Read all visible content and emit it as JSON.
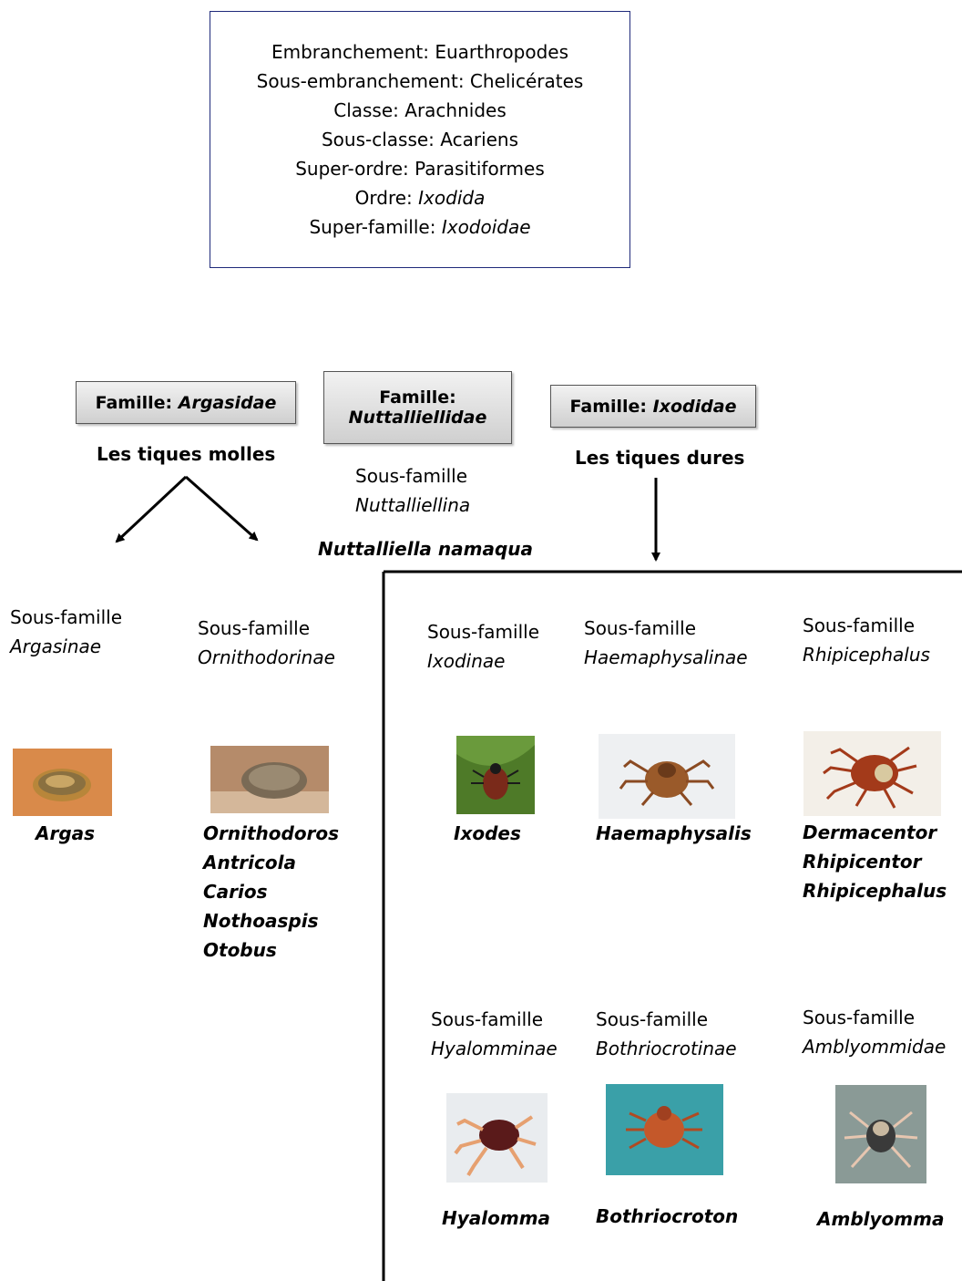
{
  "taxonomy": {
    "embranchement": {
      "label": "Embranchement:",
      "value": "Euarthropodes"
    },
    "sous_embranchement": {
      "label": "Sous-embranchement:",
      "value": "Chelicérates"
    },
    "classe": {
      "label": "Classe:",
      "value": "Arachnides"
    },
    "sous_classe": {
      "label": "Sous-classe:",
      "value": "Acariens"
    },
    "super_ordre": {
      "label": "Super-ordre:",
      "value": "Parasitiformes"
    },
    "ordre": {
      "label": "Ordre:",
      "value": "Ixodida"
    },
    "super_famille": {
      "label": "Super-famille:",
      "value": "Ixodoidae"
    }
  },
  "families": {
    "argasidae": {
      "label": "Famille:",
      "name": "Argasidae",
      "common": "Les tiques molles"
    },
    "nuttalliellidae": {
      "label": "Famille:",
      "name": "Nuttalliellidae",
      "subfamily_label": "Sous-famille",
      "subfamily": "Nuttalliellina",
      "species": "Nuttalliella namaqua"
    },
    "ixodidae": {
      "label": "Famille:",
      "name": "Ixodidae",
      "common": "Les tiques dures"
    }
  },
  "subfamilies": {
    "argasinae": {
      "label": "Sous-famille",
      "name": "Argasinae",
      "genera": [
        "Argas"
      ]
    },
    "ornithodorinae": {
      "label": "Sous-famille",
      "name": "Ornithodorinae",
      "genera": [
        "Ornithodoros",
        "Antricola",
        "Carios",
        "Nothoaspis",
        "Otobus"
      ]
    },
    "ixodinae": {
      "label": "Sous-famille",
      "name": "Ixodinae",
      "genera": [
        "Ixodes"
      ]
    },
    "haemaphysalinae": {
      "label": "Sous-famille",
      "name": "Haemaphysalinae",
      "genera": [
        "Haemaphysalis"
      ]
    },
    "rhipicephalus": {
      "label": "Sous-famille",
      "name": "Rhipicephalus",
      "genera": [
        "Dermacentor",
        "Rhipicentor",
        "Rhipicephalus"
      ]
    },
    "hyalomminae": {
      "label": "Sous-famille",
      "name": "Hyalomminae",
      "genera": [
        "Hyalomma"
      ]
    },
    "bothriocrotinae": {
      "label": "Sous-famille",
      "name": "Bothriocrotinae",
      "genera": [
        "Bothriocroton"
      ]
    },
    "amblyommidae": {
      "label": "Sous-famille",
      "name": "Amblyommidae",
      "genera": [
        "Amblyomma"
      ]
    }
  },
  "colors": {
    "box_border": "#1f2a7a",
    "family_box": "#dcdcdc"
  }
}
